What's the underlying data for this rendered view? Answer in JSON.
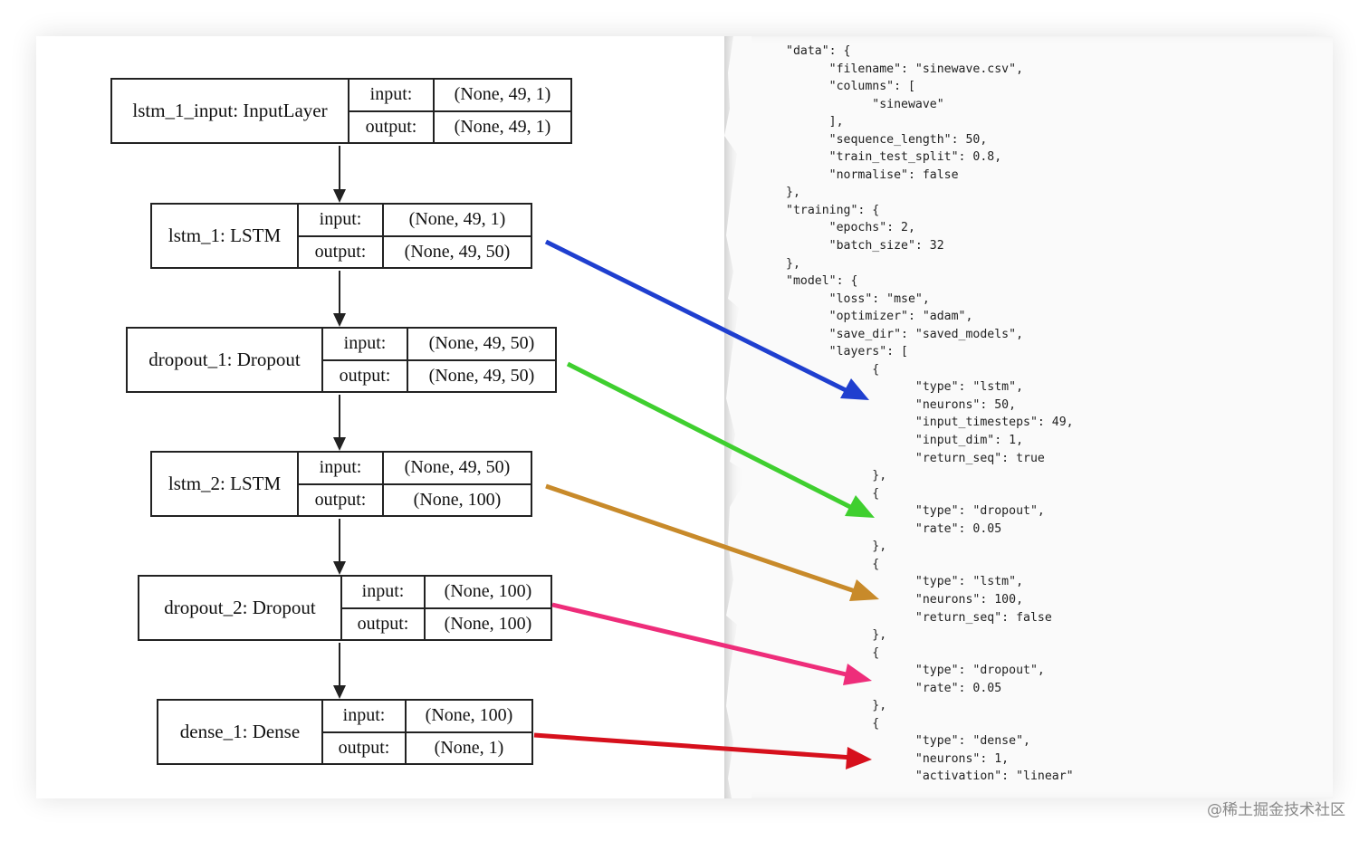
{
  "layers": [
    {
      "name": "lstm_1_input: InputLayer",
      "input_label": "input:",
      "output_label": "output:",
      "input": "(None, 49, 1)",
      "output": "(None, 49, 1)"
    },
    {
      "name": "lstm_1: LSTM",
      "input_label": "input:",
      "output_label": "output:",
      "input": "(None, 49, 1)",
      "output": "(None, 49, 50)"
    },
    {
      "name": "dropout_1: Dropout",
      "input_label": "input:",
      "output_label": "output:",
      "input": "(None, 49, 50)",
      "output": "(None, 49, 50)"
    },
    {
      "name": "lstm_2: LSTM",
      "input_label": "input:",
      "output_label": "output:",
      "input": "(None, 49, 50)",
      "output": "(None, 100)"
    },
    {
      "name": "dropout_2: Dropout",
      "input_label": "input:",
      "output_label": "output:",
      "input": "(None, 100)",
      "output": "(None, 100)"
    },
    {
      "name": "dense_1: Dense",
      "input_label": "input:",
      "output_label": "output:",
      "input": "(None, 100)",
      "output": "(None, 1)"
    }
  ],
  "config_code": "\"data\": {\n      \"filename\": \"sinewave.csv\",\n      \"columns\": [\n            \"sinewave\"\n      ],\n      \"sequence_length\": 50,\n      \"train_test_split\": 0.8,\n      \"normalise\": false\n},\n\"training\": {\n      \"epochs\": 2,\n      \"batch_size\": 32\n},\n\"model\": {\n      \"loss\": \"mse\",\n      \"optimizer\": \"adam\",\n      \"save_dir\": \"saved_models\",\n      \"layers\": [\n            {\n                  \"type\": \"lstm\",\n                  \"neurons\": 50,\n                  \"input_timesteps\": 49,\n                  \"input_dim\": 1,\n                  \"return_seq\": true\n            },\n            {\n                  \"type\": \"dropout\",\n                  \"rate\": 0.05\n            },\n            {\n                  \"type\": \"lstm\",\n                  \"neurons\": 100,\n                  \"return_seq\": false\n            },\n            {\n                  \"type\": \"dropout\",\n                  \"rate\": 0.05\n            },\n            {\n                  \"type\": \"dense\",\n                  \"neurons\": 1,\n                  \"activation\": \"linear\"",
  "arrow_colors": [
    "#1f3fcf",
    "#3fcf2f",
    "#c88a2a",
    "#ee2d7a",
    "#d6101c"
  ],
  "watermark": "@稀土掘金技术社区"
}
